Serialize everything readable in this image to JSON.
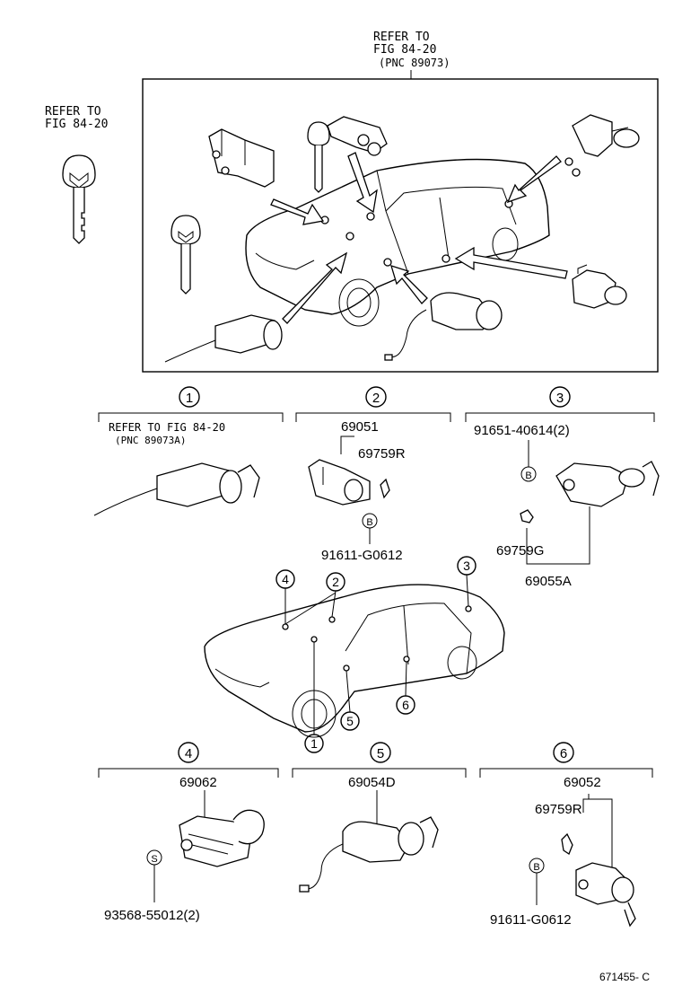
{
  "top": {
    "refer_line1": "REFER TO",
    "refer_line2": "FIG 84-20",
    "refer_line3": "(PNC 89073)",
    "left_refer_line1": "REFER TO",
    "left_refer_line2": "FIG 84-20"
  },
  "groups": {
    "g1": {
      "num": "1",
      "refer_line1": "REFER TO FIG 84-20",
      "refer_line2": "(PNC 89073A)"
    },
    "g2": {
      "num": "2",
      "part_main": "69051",
      "part_spring": "69759R",
      "bolt_letter": "B",
      "bolt_part": "91611-G0612"
    },
    "g3": {
      "num": "3",
      "bolt_part": "91651-40614(2)",
      "bolt_letter": "B",
      "part_spring": "69759G",
      "part_main": "69055A"
    },
    "g4": {
      "num": "4",
      "part_main": "69062",
      "screw_letter": "S",
      "screw_part": "93568-55012(2)"
    },
    "g5": {
      "num": "5",
      "part_main": "69054D"
    },
    "g6": {
      "num": "6",
      "part_main": "69052",
      "part_spring": "69759R",
      "bolt_letter": "B",
      "bolt_part": "91611-G0612"
    }
  },
  "car_callouts": [
    "4",
    "2",
    "3",
    "1",
    "5",
    "6"
  ],
  "footer": {
    "ref_code": "671455- C"
  }
}
